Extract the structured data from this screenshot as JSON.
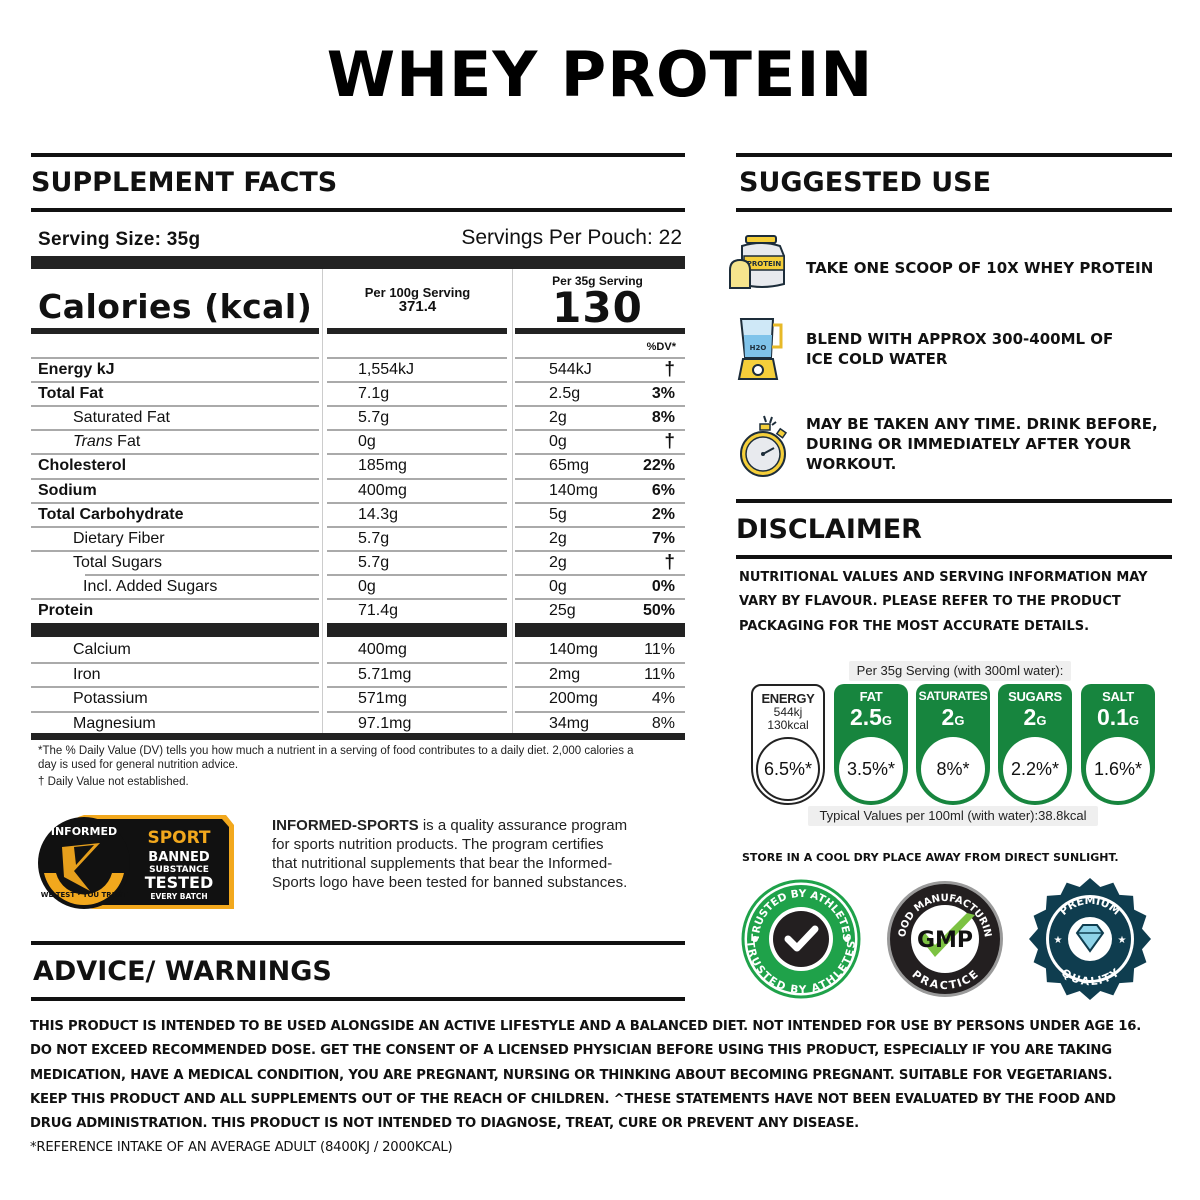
{
  "title": "WHEY PROTEIN",
  "supplement_facts": {
    "heading": "SUPPLEMENT FACTS",
    "serving_size": "Serving Size: 35g",
    "servings_per": "Servings Per Pouch: 22",
    "calories_label": "Calories (kcal)",
    "col_per100_label": "Per 100g Serving",
    "col_per100_value": "371.4",
    "col_per35_label": "Per 35g Serving",
    "col_per35_value": "130",
    "dv_header": "%DV*",
    "rows": [
      {
        "name": "Energy kJ",
        "style": "bold",
        "per100": "1,554kJ",
        "per35": "544kJ",
        "dv": "†",
        "dv_bold": true
      },
      {
        "name": "Total Fat",
        "style": "bold",
        "per100": "7.1g",
        "per35": "2.5g",
        "dv": "3%",
        "dv_bold": true
      },
      {
        "name": "Saturated Fat",
        "style": "ind1",
        "per100": "5.7g",
        "per35": "2g",
        "dv": "8%",
        "dv_bold": true
      },
      {
        "name_italic": "Trans",
        "name": " Fat",
        "style": "ind1",
        "per100": "0g",
        "per35": "0g",
        "dv": "†",
        "dv_bold": true
      },
      {
        "name": "Cholesterol",
        "style": "bold",
        "per100": "185mg",
        "per35": "65mg",
        "dv": "22%",
        "dv_bold": true
      },
      {
        "name": "Sodium",
        "style": "bold",
        "per100": "400mg",
        "per35": "140mg",
        "dv": "6%",
        "dv_bold": true
      },
      {
        "name": "Total Carbohydrate",
        "style": "bold",
        "per100": "14.3g",
        "per35": "5g",
        "dv": "2%",
        "dv_bold": true
      },
      {
        "name": "Dietary Fiber",
        "style": "ind1",
        "per100": "5.7g",
        "per35": "2g",
        "dv": "7%",
        "dv_bold": true
      },
      {
        "name": "Total Sugars",
        "style": "ind1",
        "per100": "5.7g",
        "per35": "2g",
        "dv": "†",
        "dv_bold": true
      },
      {
        "name": "Incl. Added Sugars",
        "style": "ind2",
        "per100": "0g",
        "per35": "0g",
        "dv": "0%",
        "dv_bold": true
      },
      {
        "name": "Protein",
        "style": "bold",
        "per100": "71.4g",
        "per35": "25g",
        "dv": "50%",
        "dv_bold": true
      }
    ],
    "minerals": [
      {
        "name": "Calcium",
        "per100": "400mg",
        "per35": "140mg",
        "dv": "11%"
      },
      {
        "name": "Iron",
        "per100": "5.71mg",
        "per35": "2mg",
        "dv": "11%"
      },
      {
        "name": "Potassium",
        "per100": "571mg",
        "per35": "200mg",
        "dv": "4%"
      },
      {
        "name": "Magnesium",
        "per100": "97.1mg",
        "per35": "34mg",
        "dv": "8%"
      }
    ],
    "footnote_dv": "*The % Daily Value (DV) tells you how much a nutrient in a serving of food contributes to a daily diet. 2,000 calories a day is used for general nutrition advice.",
    "footnote_dagger": "† Daily Value not established."
  },
  "informed_sport": {
    "logo": {
      "ring_top": "INFORMED",
      "ring_bottom": "WE TEST · YOU TRUST",
      "sport": "SPORT",
      "line1": "BANNED",
      "line2": "SUBSTANCE",
      "line3": "TESTED",
      "line4": "EVERY BATCH"
    },
    "brand": "INFORMED-SPORTS",
    "description": " is a quality assurance program for sports nutrition products. The program certifies that nutritional supplements that bear the Informed-Sports logo have been tested for banned substances."
  },
  "advice": {
    "heading": "ADVICE/ WARNINGS",
    "lines": [
      "THIS PRODUCT IS INTENDED TO BE USED ALONGSIDE AN ACTIVE LIFESTYLE AND A BALANCED DIET. NOT INTENDED FOR USE BY PERSONS UNDER AGE 16.",
      "DO NOT EXCEED RECOMMENDED DOSE. GET THE CONSENT OF A LICENSED PHYSICIAN BEFORE USING THIS PRODUCT, ESPECIALLY IF YOU ARE TAKING",
      "MEDICATION, HAVE A MEDICAL CONDITION, YOU ARE PREGNANT, NURSING OR THINKING ABOUT BECOMING PREGNANT. SUITABLE FOR VEGETARIANS.",
      "KEEP THIS PRODUCT AND ALL SUPPLEMENTS OUT OF THE REACH OF CHILDREN. ^THESE STATEMENTS HAVE NOT BEEN EVALUATED BY THE FOOD AND",
      "DRUG ADMINISTRATION. THIS PRODUCT IS NOT INTENDED TO DIAGNOSE, TREAT, CURE OR PREVENT ANY DISEASE."
    ],
    "reference": "*REFERENCE INTAKE OF AN AVERAGE ADULT (8400KJ / 2000KCAL)"
  },
  "suggested_use": {
    "heading": "SUGGESTED USE",
    "steps": [
      {
        "icon": "protein-tub-icon",
        "icon_label": "PROTEIN",
        "text": "TAKE ONE SCOOP OF 10X WHEY PROTEIN"
      },
      {
        "icon": "blender-icon",
        "icon_label": "H2O",
        "text": "BLEND WITH APPROX 300-400ML OF ICE COLD WATER"
      },
      {
        "icon": "stopwatch-icon",
        "text": "MAY BE TAKEN ANY TIME. DRINK BEFORE, DURING OR IMMEDIATELY AFTER YOUR WORKOUT."
      }
    ]
  },
  "disclaimer": {
    "heading": "DISCLAIMER",
    "text": "NUTRITIONAL VALUES AND SERVING INFORMATION MAY VARY BY FLAVOUR. PLEASE REFER TO THE PRODUCT PACKAGING FOR THE MOST ACCURATE DETAILS."
  },
  "traffic_light": {
    "caption_top": "Per 35g Serving (with 300ml water):",
    "caption_bottom": "Typical Values per 100ml (with water):38.8kcal",
    "green_color": "#17853e",
    "energy": {
      "label": "ENERGY",
      "kj": "544kj",
      "kcal": "130kcal",
      "percent": "6.5%*"
    },
    "items": [
      {
        "label": "FAT",
        "value": "2.5",
        "unit": "G",
        "percent": "3.5%*"
      },
      {
        "label": "SATURATES",
        "value": "2",
        "unit": "G",
        "percent": "8%*"
      },
      {
        "label": "SUGARS",
        "value": "2",
        "unit": "G",
        "percent": "2.2%*"
      },
      {
        "label": "SALT",
        "value": "0.1",
        "unit": "G",
        "percent": "1.6%*"
      }
    ]
  },
  "storage": "STORE IN A COOL DRY PLACE AWAY FROM DIRECT SUNLIGHT.",
  "badges": {
    "trusted": {
      "text": "TRUSTED BY ATHLETES",
      "color": "#1fa24a"
    },
    "gmp": {
      "top": "GOOD MANUFACTURING",
      "bottom": "PRACTICE",
      "center": "GMP",
      "accent": "#7cc242"
    },
    "premium": {
      "top": "PREMIUM",
      "bottom": "QUALITY",
      "color": "#0f3d4f"
    }
  }
}
